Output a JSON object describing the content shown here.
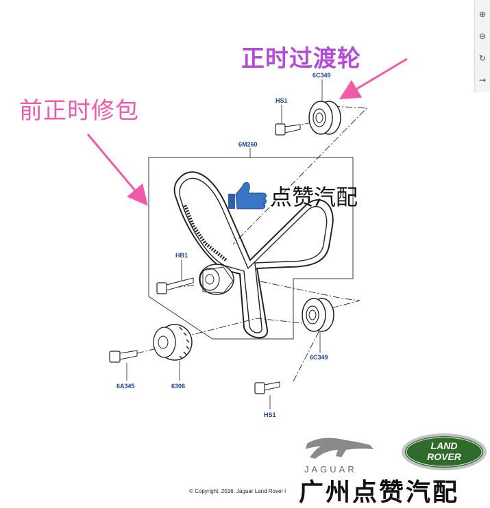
{
  "overlay": {
    "title_pink": "前正时修包",
    "title_purple": "正时过渡轮",
    "watermark": "点赞汽配",
    "shop_name": "广州点赞汽配"
  },
  "labels": {
    "hs1_top": "HS1",
    "6c349_top": "6C349",
    "6m260": "6M260",
    "hb1": "HB1",
    "6a345": "6A345",
    "6306": "6306",
    "6c349_bottom": "6C349",
    "hs1_bottom": "HS1"
  },
  "copyright": "© Copyright, 2016. Jaguar Land Rover l",
  "logos": {
    "jaguar_word": "JAGUAR",
    "landrover_line1": "LAND",
    "landrover_line2": "ROVER"
  },
  "colors": {
    "label_blue": "#1a3f9c",
    "pink": "#f05aa8",
    "purple": "#b44bd8",
    "lr_green": "#2f6b2a"
  }
}
